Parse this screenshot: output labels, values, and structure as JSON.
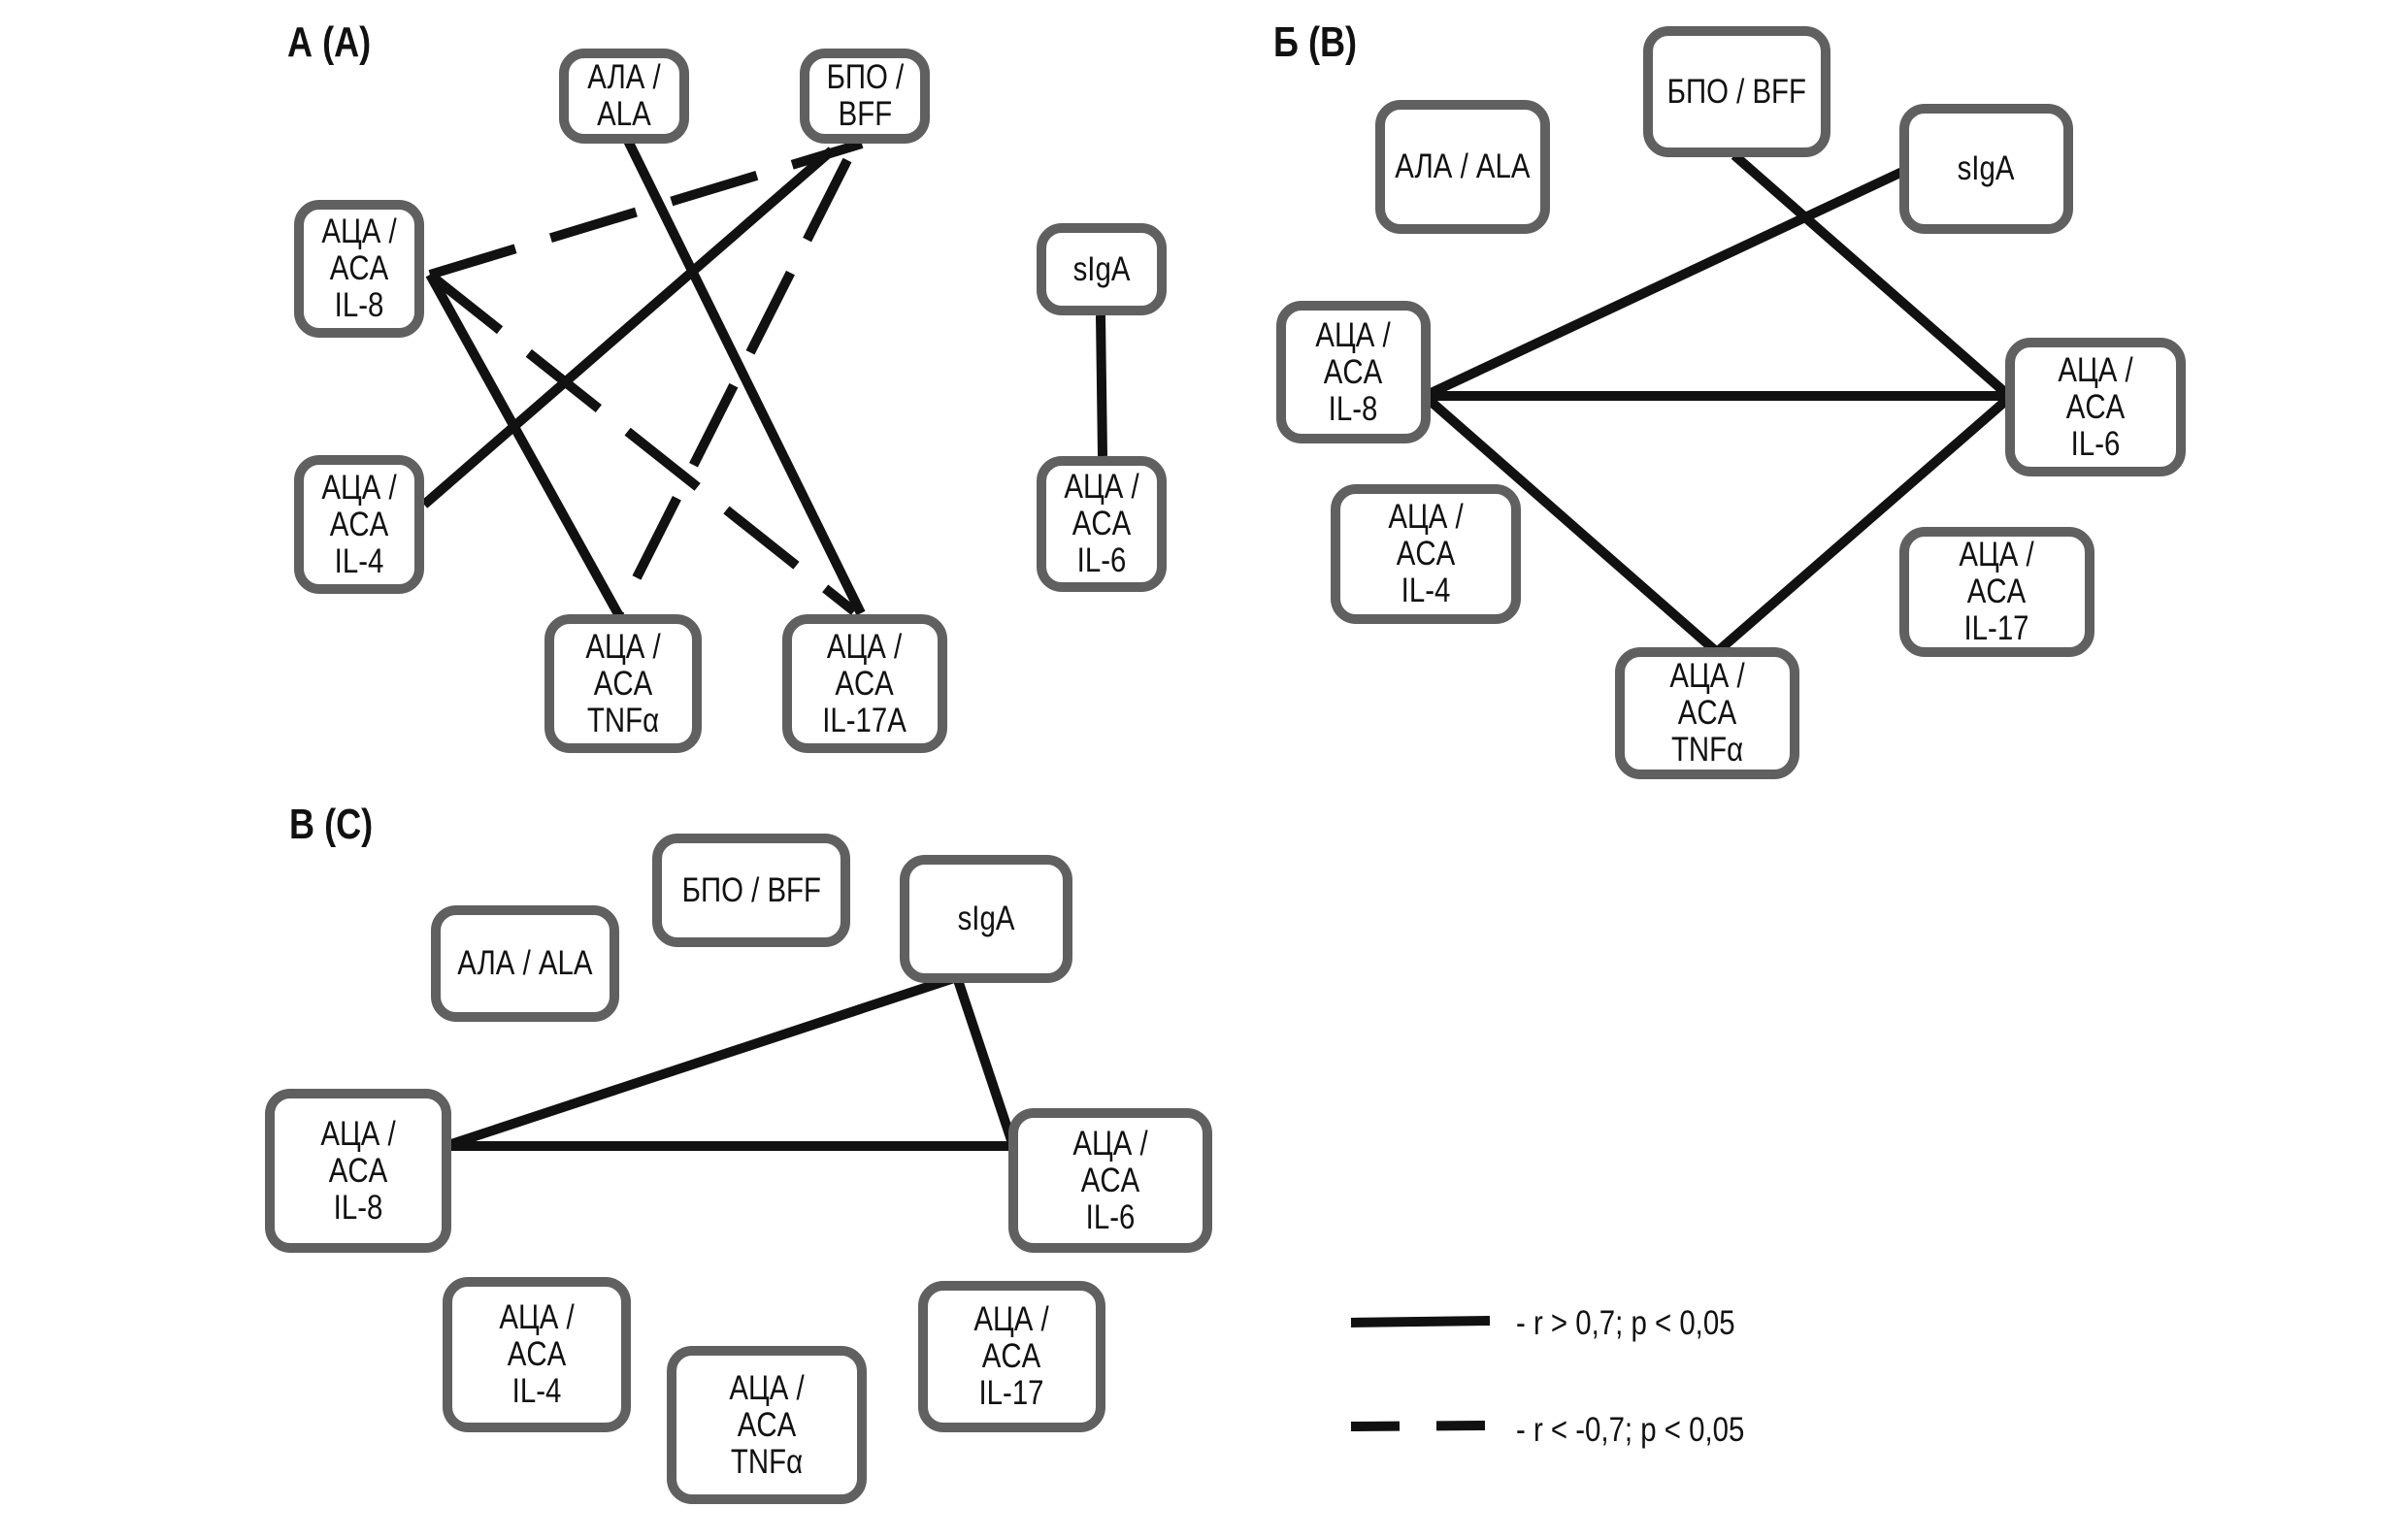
{
  "figure": {
    "panels": [
      {
        "id": "A",
        "title": "А (A)",
        "nodes": [
          {
            "id": "ala",
            "label": "АЛА /\nALA"
          },
          {
            "id": "bff",
            "label": "БПО /\nBFF"
          },
          {
            "id": "il8",
            "label": "АЦА /\nACA\nIL-8"
          },
          {
            "id": "il4",
            "label": "АЦА /\nACA\nIL-4"
          },
          {
            "id": "tnf",
            "label": "АЦА /\nACA\nTNFα"
          },
          {
            "id": "il17",
            "label": "АЦА /\nACA\nIL-17A"
          },
          {
            "id": "siga",
            "label": "sIgA"
          },
          {
            "id": "il6",
            "label": "АЦА /\nACA\nIL-6"
          }
        ],
        "edges": [
          {
            "from": "ala",
            "to": "il17",
            "type": "positive"
          },
          {
            "from": "bff",
            "to": "il4",
            "type": "positive"
          },
          {
            "from": "il8",
            "to": "tnf",
            "type": "positive"
          },
          {
            "from": "il8",
            "to": "bff",
            "type": "negative"
          },
          {
            "from": "il8",
            "to": "il17",
            "type": "negative"
          },
          {
            "from": "bff",
            "to": "tnf",
            "type": "negative"
          },
          {
            "from": "siga",
            "to": "il6",
            "type": "positive"
          }
        ]
      },
      {
        "id": "B",
        "title": "Б (B)",
        "nodes": [
          {
            "id": "ala",
            "label": "АЛА / ALA"
          },
          {
            "id": "bff",
            "label": "БПО / BFF"
          },
          {
            "id": "siga",
            "label": "sIgA"
          },
          {
            "id": "il8",
            "label": "АЦА /\nACA\nIL-8"
          },
          {
            "id": "il6",
            "label": "АЦА /\nACA\nIL-6"
          },
          {
            "id": "il4",
            "label": "АЦА /\nACA\nIL-4"
          },
          {
            "id": "il17",
            "label": "АЦА /\nACA\nIL-17"
          },
          {
            "id": "tnf",
            "label": "АЦА /\nACA\nTNFα"
          }
        ],
        "edges": [
          {
            "from": "bff",
            "to": "il6",
            "type": "positive"
          },
          {
            "from": "il8",
            "to": "siga",
            "type": "positive"
          },
          {
            "from": "il8",
            "to": "il6",
            "type": "positive"
          },
          {
            "from": "il8",
            "to": "tnf",
            "type": "positive"
          },
          {
            "from": "tnf",
            "to": "il6",
            "type": "positive"
          }
        ]
      },
      {
        "id": "C",
        "title": "В (C)",
        "nodes": [
          {
            "id": "ala",
            "label": "АЛА / ALA"
          },
          {
            "id": "bff",
            "label": "БПО / BFF"
          },
          {
            "id": "siga",
            "label": "sIgA"
          },
          {
            "id": "il8",
            "label": "АЦА /\nACA\nIL-8"
          },
          {
            "id": "il6",
            "label": "АЦА /\nACA\nIL-6"
          },
          {
            "id": "il4",
            "label": "АЦА /\nACA\nIL-4"
          },
          {
            "id": "tnf",
            "label": "АЦА /\nACA\nTNFα"
          },
          {
            "id": "il17",
            "label": "АЦА /\nACA\nIL-17"
          }
        ],
        "edges": [
          {
            "from": "il8",
            "to": "siga",
            "type": "positive"
          },
          {
            "from": "siga",
            "to": "il6",
            "type": "positive"
          },
          {
            "from": "il8",
            "to": "il6",
            "type": "positive"
          }
        ]
      }
    ],
    "legend": {
      "positive": "- r > 0,7; p < 0,05",
      "negative": "- r < -0,7; p < 0,05"
    },
    "colors": {
      "line": "#111111",
      "node_border": "#606060",
      "background": "#ffffff"
    }
  }
}
